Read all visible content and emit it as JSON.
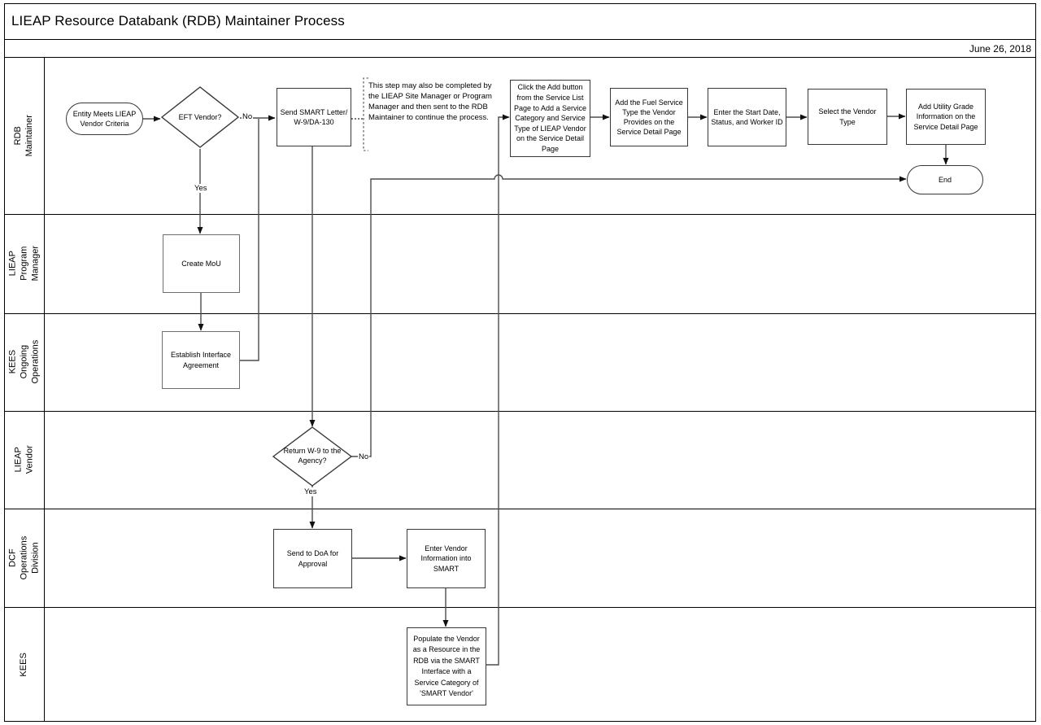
{
  "title": "LIEAP Resource Databank (RDB) Maintainer Process",
  "date": "June 26, 2018",
  "lanes": [
    {
      "label": "RDB Maintainer"
    },
    {
      "label": "LIEAP Program Manager"
    },
    {
      "label": "KEES Ongoing Operations"
    },
    {
      "label": "LIEAP Vendor"
    },
    {
      "label": "DCF Operations Division"
    },
    {
      "label": "KEES"
    }
  ],
  "nodes": {
    "start": "Entity Meets LIEAP Vendor Criteria",
    "eft_decision": "EFT Vendor?",
    "send_smart": "Send SMART Letter/ W-9/DA-130",
    "click_add": "Click the Add button from the Service List Page to Add a Service Category and Service Type of LIEAP Vendor on the Service Detail Page",
    "add_fuel": "Add the Fuel Service Type the Vendor Provides on the Service Detail Page",
    "enter_start": "Enter the Start Date, Status, and Worker ID",
    "select_type": "Select the Vendor Type",
    "add_utility": "Add Utility Grade Information on the Service Detail Page",
    "end": "End",
    "create_mou": "Create MoU",
    "establish_interface": "Establish Interface Agreement",
    "return_w9": "Return W-9 to the Agency?",
    "send_doa": "Send to DoA for Approval",
    "enter_vendor": "Enter Vendor Information into SMART",
    "populate": "Populate the Vendor as a Resource in the RDB via the SMART Interface with a Service Category of 'SMART Vendor'"
  },
  "annotation": "This step may also be completed by the LIEAP Site Manager or Program Manager and then sent to the RDB Maintainer to continue the process.",
  "edge_labels": {
    "eft_no": "No",
    "eft_yes": "Yes",
    "w9_no": "No",
    "w9_yes": "Yes"
  },
  "colors": {
    "background": "#ffffff",
    "frame_line": "#000000",
    "connector_line": "#4d4d4d",
    "box_border": "#383838",
    "text": "#000000"
  }
}
